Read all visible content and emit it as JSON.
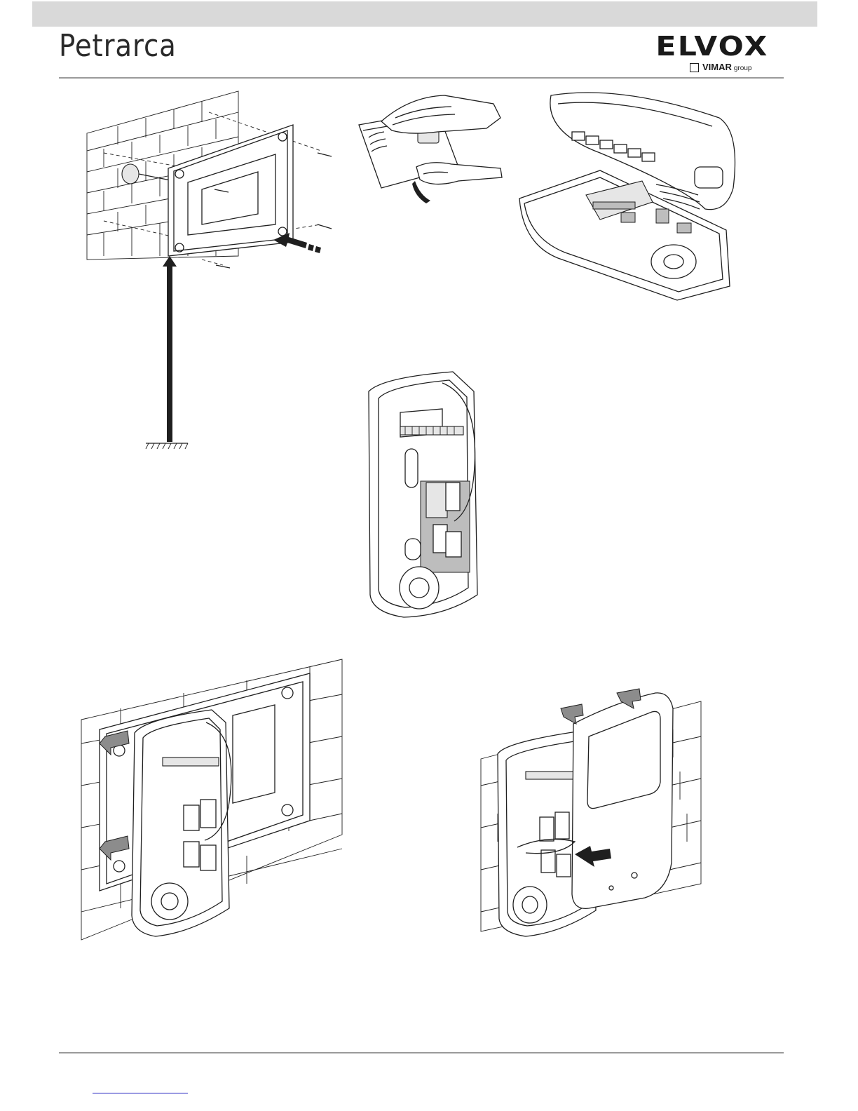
{
  "header": {
    "product_title": "Petrarca",
    "brand_logo": "ELVOX",
    "brand_sub": "VIMAR",
    "brand_sub_suffix": "group"
  },
  "figures": [
    {
      "icon": "wall-plate-mounting-illustration"
    },
    {
      "icon": "hand-opening-handset-illustration"
    },
    {
      "icon": "open-intercom-case-illustration"
    },
    {
      "icon": "wired-base-unit-illustration"
    },
    {
      "icon": "base-hook-on-plate-illustration"
    },
    {
      "icon": "attach-handset-front-illustration"
    }
  ]
}
